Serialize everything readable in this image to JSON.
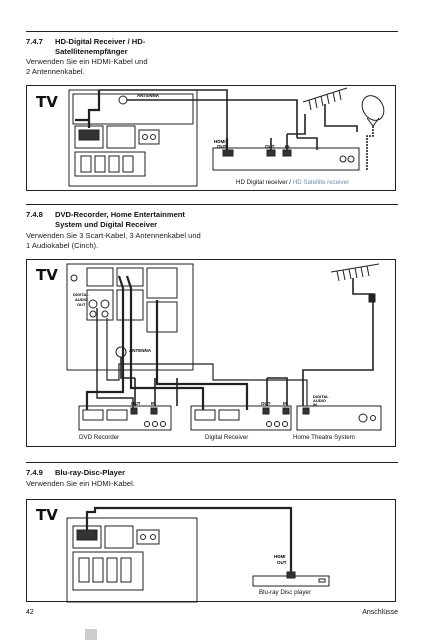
{
  "sections": [
    {
      "number": "7.4.7",
      "title_lines": [
        "HD-Digital Receiver / HD-",
        "Satellitenempfänger"
      ],
      "body_lines": [
        "Verwenden Sie ein HDMI-Kabel und",
        "2 Antennenkabel."
      ],
      "diagram": {
        "tv_label": "TV",
        "antenna_label": "ANTENNA",
        "hdmi_out_label": [
          "HDMI",
          "OUT"
        ],
        "out_label": "OUT",
        "in_label": "IN",
        "caption_main": "HD Digital receiver",
        "caption_sep": " / ",
        "caption_alt": "HD Satellite receiver"
      }
    },
    {
      "number": "7.4.8",
      "title_lines": [
        "DVD-Recorder, Home Entertainment",
        "System und Digital Receiver"
      ],
      "body_lines": [
        "Verwenden Sie 3 Scart-Kabel, 3 Antennenkabel und",
        "1 Audiokabel (Cinch)."
      ],
      "diagram": {
        "tv_label": "TV",
        "antenna_label": "ANTENNA",
        "digital_audio_label": [
          "DIGITAL",
          "AUDIO",
          "OUT"
        ],
        "devices": [
          {
            "caption": "DVD Recorder",
            "out": "OUT",
            "in": "IN"
          },
          {
            "caption": "Digital Receiver",
            "out": "OUT",
            "in": "IN"
          },
          {
            "caption": "Home Theatre System",
            "in_lines": [
              "DIGITAL",
              "AUDIO",
              "IN"
            ]
          }
        ]
      }
    },
    {
      "number": "7.4.9",
      "title_lines": [
        "Blu-ray-Disc-Player"
      ],
      "body_lines": [
        "Verwenden Sie ein HDMI-Kabel."
      ],
      "diagram": {
        "tv_label": "TV",
        "hdmi_out_label": [
          "HDMI",
          "OUT"
        ],
        "caption": "Blu-ray Disc player"
      }
    }
  ],
  "footer": {
    "page_number": "42",
    "chapter": "Anschlüsse"
  },
  "colors": {
    "line": "#222222",
    "caption_alt": "#6b8fb0"
  }
}
